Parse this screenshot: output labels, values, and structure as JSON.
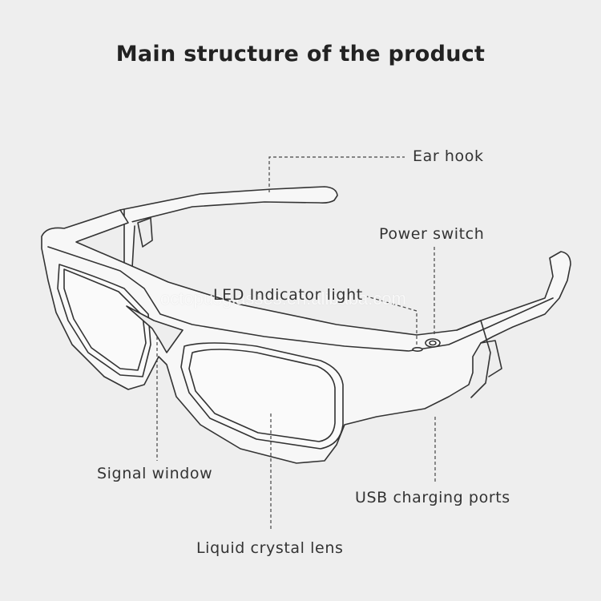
{
  "title": "Main structure of the product",
  "watermark": "octopusglasses.en.alibaba.com",
  "labels": {
    "ear_hook": "Ear hook",
    "power_switch": "Power switch",
    "led_indicator": "LED Indicator light",
    "signal_window": "Signal window",
    "usb_ports": "USB charging ports",
    "lens": "Liquid crystal lens"
  },
  "colors": {
    "background": "#eeeeee",
    "line": "#333333",
    "frame_fill": "#f7f7f7"
  }
}
